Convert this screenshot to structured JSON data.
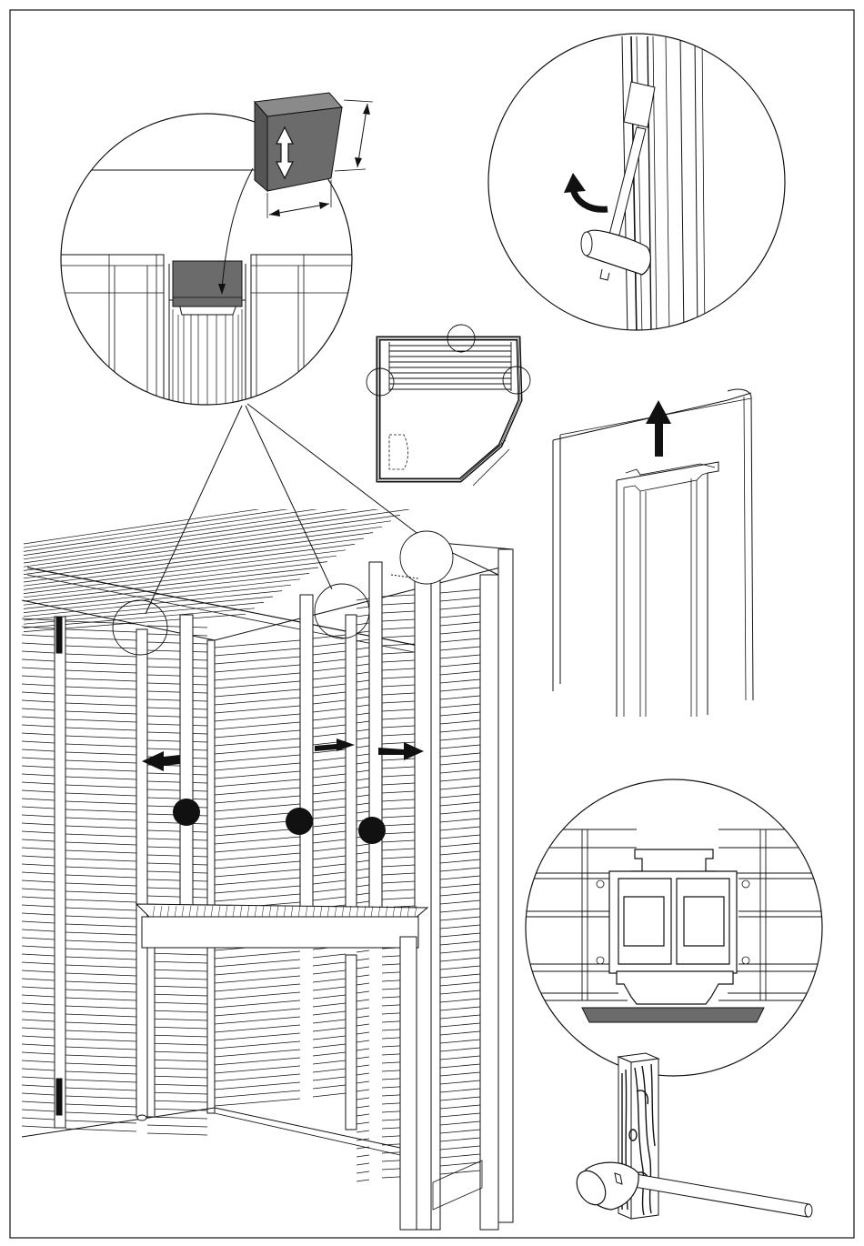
{
  "figure": {
    "kind": "assembly-instruction-illustration",
    "text_labels": [],
    "colors": {
      "line": "#111111",
      "block_fill": "#6b6b6b",
      "arrow_fill": "#111111",
      "marker_fill": "#111111",
      "background": "#ffffff"
    },
    "panels": [
      {
        "name": "spacer-block-detail",
        "icons": [
          "spacer-block",
          "double-arrow-icon",
          "dimension-arrows"
        ]
      },
      {
        "name": "hammer-tap-detail",
        "icons": [
          "rubber-mallet-icon",
          "rotate-arrow-icon"
        ]
      },
      {
        "name": "floor-plan-view",
        "icons": [
          "floor-plan",
          "detail-callout-circle"
        ]
      },
      {
        "name": "slide-panel-up-detail",
        "icons": [
          "up-arrow-icon",
          "h-profile-channel"
        ]
      },
      {
        "name": "profile-cross-section-detail",
        "icons": [
          "aluminium-profile-section",
          "spacer-block"
        ]
      },
      {
        "name": "mallet-and-wood-block",
        "icons": [
          "rubber-mallet-icon",
          "wood-block"
        ]
      },
      {
        "name": "shed-interior-view",
        "icons": [
          "move-arrow-icon",
          "step-marker-dot",
          "detail-callout-circle"
        ]
      }
    ]
  }
}
